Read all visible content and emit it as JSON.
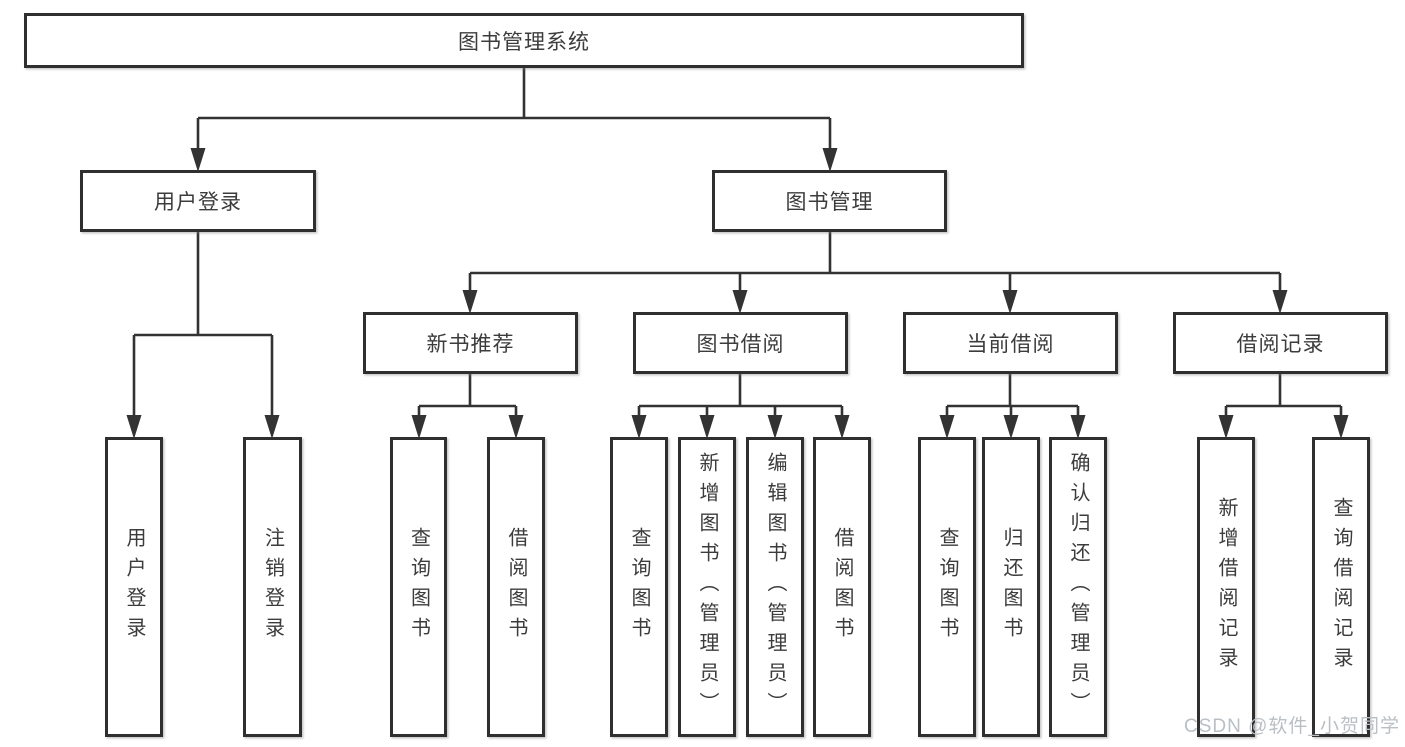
{
  "diagram": {
    "tree": {
      "root": {
        "label": "图书管理系统"
      },
      "user_login": {
        "label": "用户登录",
        "children": [
          "用户登录",
          "注销登录"
        ]
      },
      "book_mgmt": {
        "label": "图书管理",
        "sections": {
          "new_books": {
            "label": "新书推荐",
            "children": [
              "查询图书",
              "借阅图书"
            ]
          },
          "book_borrow": {
            "label": "图书借阅",
            "children": [
              "查询图书",
              "新增图书（管理员）",
              "编辑图书（管理员）",
              "借阅图书"
            ]
          },
          "current_borrow": {
            "label": "当前借阅",
            "children": [
              "查询图书",
              "归还图书",
              "确认归还（管理员）"
            ]
          },
          "borrow_records": {
            "label": "借阅记录",
            "children": [
              "新增借阅记录",
              "查询借阅记录"
            ]
          }
        }
      }
    }
  },
  "watermark": {
    "text": "CSDN @软件_小贺同学"
  },
  "colors": {
    "line": "#333333",
    "border": "#2f2f2f",
    "text": "#3c3c3c",
    "background": "#ffffff",
    "watermark": "#b9bfc4"
  }
}
